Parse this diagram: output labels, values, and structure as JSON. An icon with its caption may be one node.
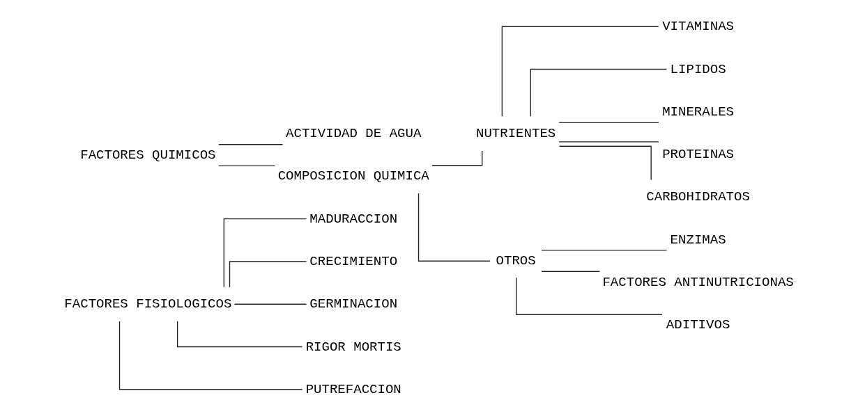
{
  "diagram": {
    "nodes": [
      {
        "text": [
          "FACTORES FISIOLOGICOS"
        ]
      },
      {
        "text": [
          "MADURACCION"
        ]
      },
      {
        "text": [
          "CRECIMIENTO"
        ]
      },
      {
        "text": [
          "GERMINACION"
        ]
      },
      {
        "text": [
          "RIGOR MORTIS"
        ]
      },
      {
        "text": [
          "PUTREFACCION"
        ]
      },
      {
        "text": [
          "FACTORES QUIMICOS"
        ]
      },
      {
        "text": [
          "ACTIVIDAD DE AGUA"
        ]
      },
      {
        "text": [
          "COMPOSICION QUIMICA"
        ]
      },
      {
        "text": [
          "NUTRIENTES"
        ]
      },
      {
        "text": [
          "VITAMINAS"
        ]
      },
      {
        "text": [
          "LIPIDOS"
        ]
      },
      {
        "text": [
          "MINERALES"
        ]
      },
      {
        "text": [
          "PROTEINAS"
        ]
      },
      {
        "text": [
          "CARBOHIDRATOS"
        ]
      },
      {
        "text": [
          "OTROS"
        ]
      },
      {
        "text": [
          "ENZIMAS"
        ]
      },
      {
        "text": [
          "FACTORES ANTINUTRICIONAS"
        ]
      },
      {
        "text": [
          "ADITIVOS"
        ]
      }
    ],
    "edges": [
      {
        "from": 0,
        "to": 1,
        "arrow": "none"
      },
      {
        "from": 0,
        "to": 2,
        "arrow": "none"
      },
      {
        "from": 0,
        "to": 3,
        "arrow": "none"
      },
      {
        "from": 0,
        "to": 4,
        "arrow": "none"
      },
      {
        "from": 0,
        "to": 5,
        "arrow": "none"
      },
      {
        "from": 6,
        "to": 7,
        "arrow": "none"
      },
      {
        "from": 6,
        "to": 8,
        "arrow": "none"
      },
      {
        "from": 8,
        "to": 9,
        "arrow": "none"
      },
      {
        "from": 8,
        "to": 15,
        "arrow": "none"
      },
      {
        "from": 9,
        "to": 10,
        "arrow": "none"
      },
      {
        "from": 9,
        "to": 11,
        "arrow": "none"
      },
      {
        "from": 9,
        "to": 12,
        "arrow": "none"
      },
      {
        "from": 9,
        "to": 13,
        "arrow": "none"
      },
      {
        "from": 9,
        "to": 14,
        "arrow": "none"
      },
      {
        "from": 15,
        "to": 16,
        "arrow": "none"
      },
      {
        "from": 15,
        "to": 17,
        "arrow": "none"
      },
      {
        "from": 15,
        "to": 18,
        "arrow": "none"
      }
    ]
  }
}
